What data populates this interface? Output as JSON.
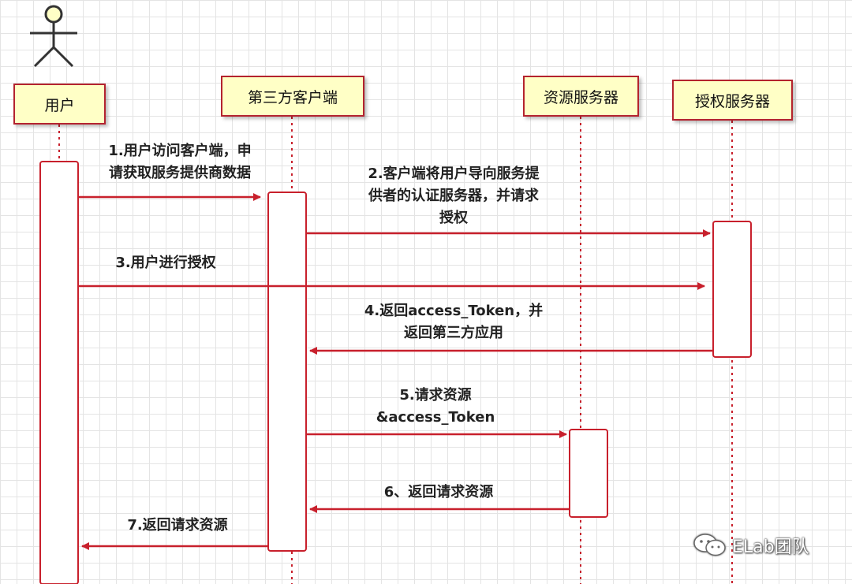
{
  "participants": {
    "user": "用户",
    "client": "第三方客户端",
    "resource_server": "资源服务器",
    "auth_server": "授权服务器"
  },
  "messages": {
    "m1": "1.用户访问客户端，申\n请获取服务提供商数据",
    "m2": "2.客户端将用户导向服务提\n供者的认证服务器，并请求\n授权",
    "m3": "3.用户进行授权",
    "m4": "4.返回access_Token，并\n返回第三方应用",
    "m5": "5.请求资源\n&access_Token",
    "m6": "6、返回请求资源",
    "m7": "7.返回请求资源"
  },
  "watermark": {
    "text": "ELab团队",
    "icon": "wechat-icon"
  },
  "colors": {
    "line": "#c8202c",
    "box_fill": "#ffffc6",
    "box_border": "#b4232e"
  }
}
